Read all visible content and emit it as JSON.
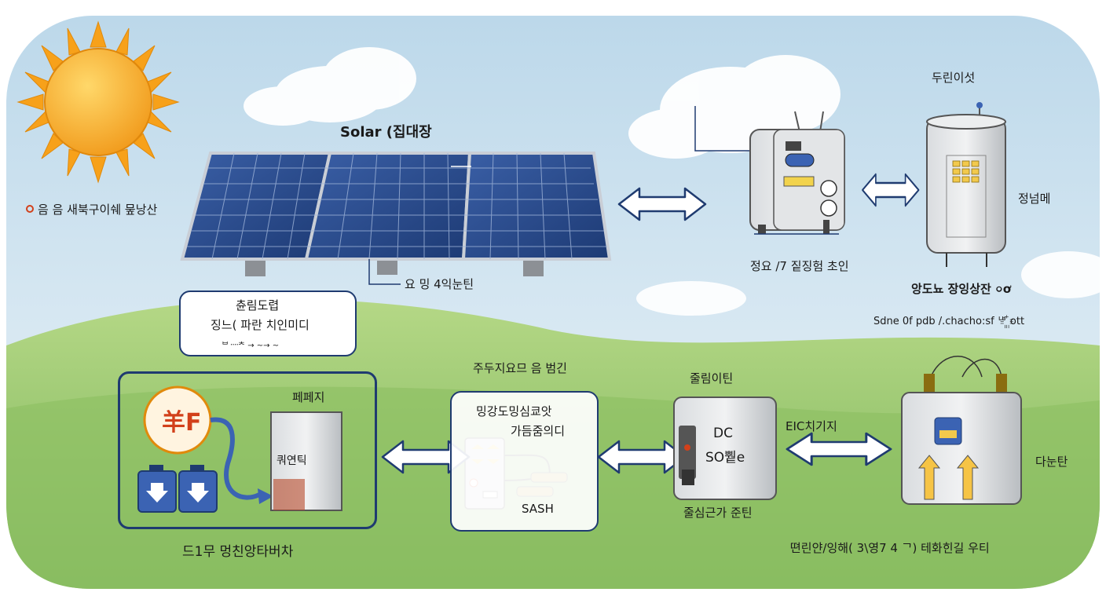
{
  "colors": {
    "sky_top": "#cfe3f0",
    "sky_bottom": "#eaf3f8",
    "hill_light": "#a8cf7a",
    "hill_dark": "#7cb45a",
    "sun": "#f5a623",
    "panel": "#2a4c8c",
    "frame_navy": "#1f3b70",
    "arrow_yellow": "#f6c445"
  },
  "labels": {
    "sun_caption": "음 음 새북구이쉐 뭎낭산",
    "solar_title": "Solar (집대장",
    "panel_note": "요 밍 4익눈틴",
    "inverter_caption": "정요 /7 짙징험 초인",
    "tank_top": "두린이섯",
    "tank_right": "정넘메",
    "tank_caption": "앙도뇨 장잉상잔 ০ơ",
    "tank_sub": "Sdne 0f pdb /.chacho:sf ᄖ꙲ ott",
    "info_line1": "츈림도렵",
    "info_line2": "징느( 파란 치인미디",
    "info_line3": "ᄇ᠁ᄎ → ~→ ~",
    "kit_label": "페페지",
    "kit_unit": "쿼연틱",
    "kit_caption": "드1무 멍친앙타버차",
    "mid_top": "주두지요므 음 범긴",
    "mid_line1": "밍강도밍심쿄앗",
    "mid_line2": "가듬줌의디",
    "mid_sash": "SASH",
    "dc_top": "줄림이틴",
    "dc_line1": "DC",
    "dc_line2": "SO쀁e",
    "dc_caption": "줄심근가 준틴",
    "link_label": "EIC치기지",
    "right_label": "다눈탄",
    "bottom_right": "뗜린얀/잉해( 3\\영7 4 ᄀ) 테화힌길 우티"
  },
  "icons": [
    "sun-icon",
    "solar-panel-icon",
    "inverter-icon",
    "tank-icon",
    "battery-icon",
    "power-plug-icon",
    "controller-icon",
    "dc-box-icon",
    "transformer-icon",
    "double-arrow-icon"
  ]
}
